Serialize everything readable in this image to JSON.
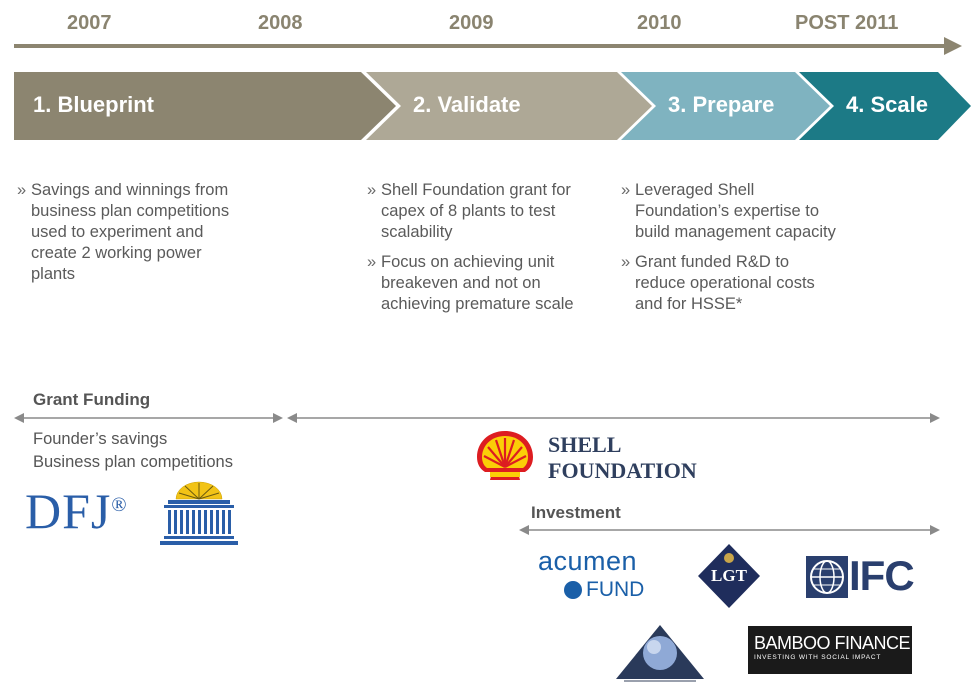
{
  "years": [
    "2007",
    "2008",
    "2009",
    "2010",
    "POST 2011"
  ],
  "phases": [
    {
      "label": "1. Blueprint",
      "color": "#8c8570"
    },
    {
      "label": "2. Validate",
      "color": "#aea896"
    },
    {
      "label": "3. Prepare",
      "color": "#7fb3c0"
    },
    {
      "label": "4. Scale",
      "color": "#1c7a86"
    }
  ],
  "columns": [
    {
      "bullets": [
        "Savings and winnings from business plan competitions used to experiment and create 2 working power plants"
      ]
    },
    {
      "bullets": [
        "Shell Foundation grant for capex of 8 plants to test scalability",
        "Focus on achieving unit breakeven and not on achieving premature scale"
      ]
    },
    {
      "bullets": [
        "Leveraged Shell Foundation’s expertise to build management capacity",
        "Grant funded R&D to reduce operational costs and for HSSE*"
      ]
    }
  ],
  "funding": {
    "grant_heading": "Grant Funding",
    "founder_line1": "Founder’s savings",
    "founder_line2": "Business plan competitions",
    "investment_heading": "Investment"
  },
  "logos": {
    "dfj": "DFJ",
    "dfj_mark": "®",
    "shell_line1": "SHELL",
    "shell_line2": "FOUNDATION",
    "acumen_line1": "acumen",
    "acumen_line2": "FUND",
    "lgt": "LGT",
    "ifc": "IFC",
    "bamboo_line1": "BAMBOO FINANCE",
    "bamboo_line2": "INVESTING WITH SOCIAL IMPACT"
  },
  "colors": {
    "timeline_arrow": "#8c8570",
    "range_arrow": "#8a8a8a",
    "shell_red": "#dd1d21",
    "shell_yellow": "#fbce07",
    "acumen_blue": "#1a5fa8",
    "lgt_navy": "#1f2d5c",
    "ifc_navy": "#2a3f6e"
  }
}
